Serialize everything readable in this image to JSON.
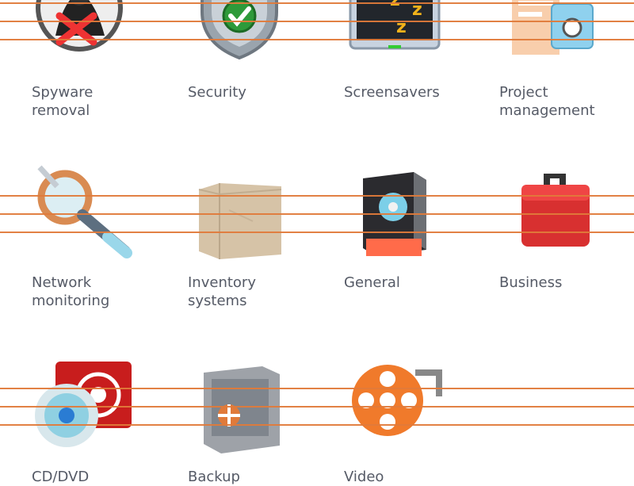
{
  "categories": [
    {
      "id": "spyware-removal",
      "label": "Spyware\nremoval",
      "icon": "spyware-removal-icon"
    },
    {
      "id": "security",
      "label": "Security",
      "icon": "security-shield-icon"
    },
    {
      "id": "screensavers",
      "label": "Screensavers",
      "icon": "screensaver-monitor-icon"
    },
    {
      "id": "project-management",
      "label": "Project\nmanagement",
      "icon": "project-management-icon"
    },
    {
      "id": "network-monitoring",
      "label": "Network\nmonitoring",
      "icon": "magnifier-icon"
    },
    {
      "id": "inventory-systems",
      "label": "Inventory\nsystems",
      "icon": "cardboard-box-icon"
    },
    {
      "id": "general",
      "label": "General",
      "icon": "software-box-icon"
    },
    {
      "id": "business",
      "label": "Business",
      "icon": "briefcase-icon"
    },
    {
      "id": "cd-dvd",
      "label": "CD/DVD",
      "icon": "cd-dvd-icon"
    },
    {
      "id": "backup",
      "label": "Backup",
      "icon": "safe-icon"
    },
    {
      "id": "video",
      "label": "Video",
      "icon": "film-reel-icon"
    }
  ],
  "colors": {
    "overlay_lines": "#e07a3a",
    "label_text": "#555a66"
  }
}
